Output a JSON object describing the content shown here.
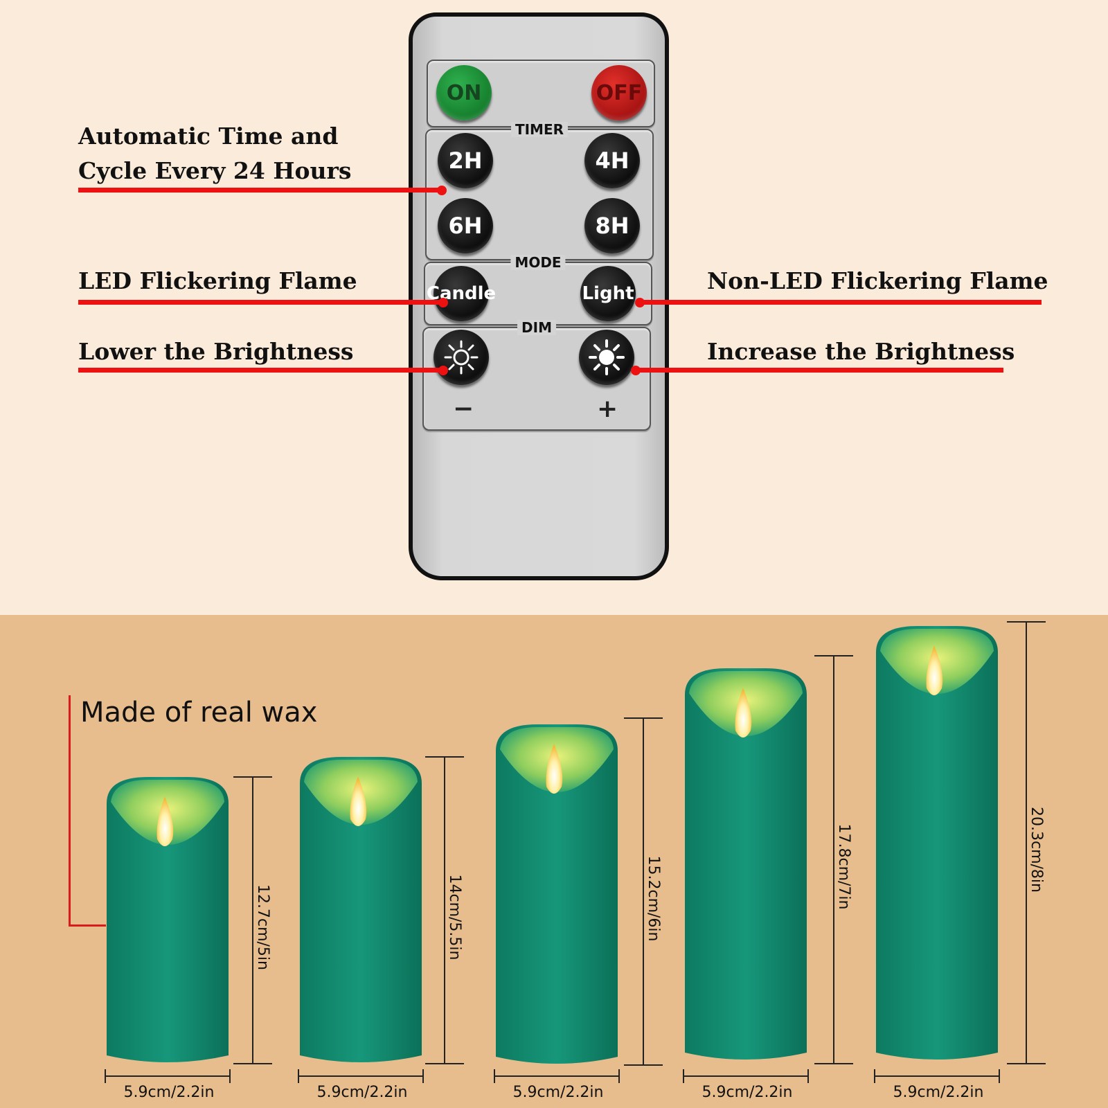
{
  "remote": {
    "buttons": {
      "on": "ON",
      "off": "OFF",
      "h2": "2H",
      "h4": "4H",
      "h6": "6H",
      "h8": "8H",
      "candle": "Candle",
      "light": "Light"
    },
    "sections": {
      "timer": "TIMER",
      "mode": "MODE",
      "dim": "DIM"
    },
    "minus": "−",
    "plus": "+"
  },
  "callouts": {
    "timer_line1": "Automatic Time and",
    "timer_line2": "Cycle Every 24 Hours",
    "led_flame": "LED Flickering Flame",
    "non_led_flame": "Non-LED Flickering Flame",
    "lower_brightness": "Lower the Brightness",
    "increase_brightness": "Increase the Brightness"
  },
  "candles": {
    "title": "Made of real wax",
    "items": [
      {
        "height": "12.7cm/5in",
        "width": "5.9cm/2.2in"
      },
      {
        "height": "14cm/5.5in",
        "width": "5.9cm/2.2in"
      },
      {
        "height": "15.2cm/6in",
        "width": "5.9cm/2.2in"
      },
      {
        "height": "17.8cm/7in",
        "width": "5.9cm/2.2in"
      },
      {
        "height": "20.3cm/8in",
        "width": "5.9cm/2.2in"
      }
    ]
  },
  "colors": {
    "callout_red": "#ee1111",
    "candle_green": "#148f73",
    "top_background": "#fbebda",
    "bottom_background": "#e8bd8d"
  }
}
